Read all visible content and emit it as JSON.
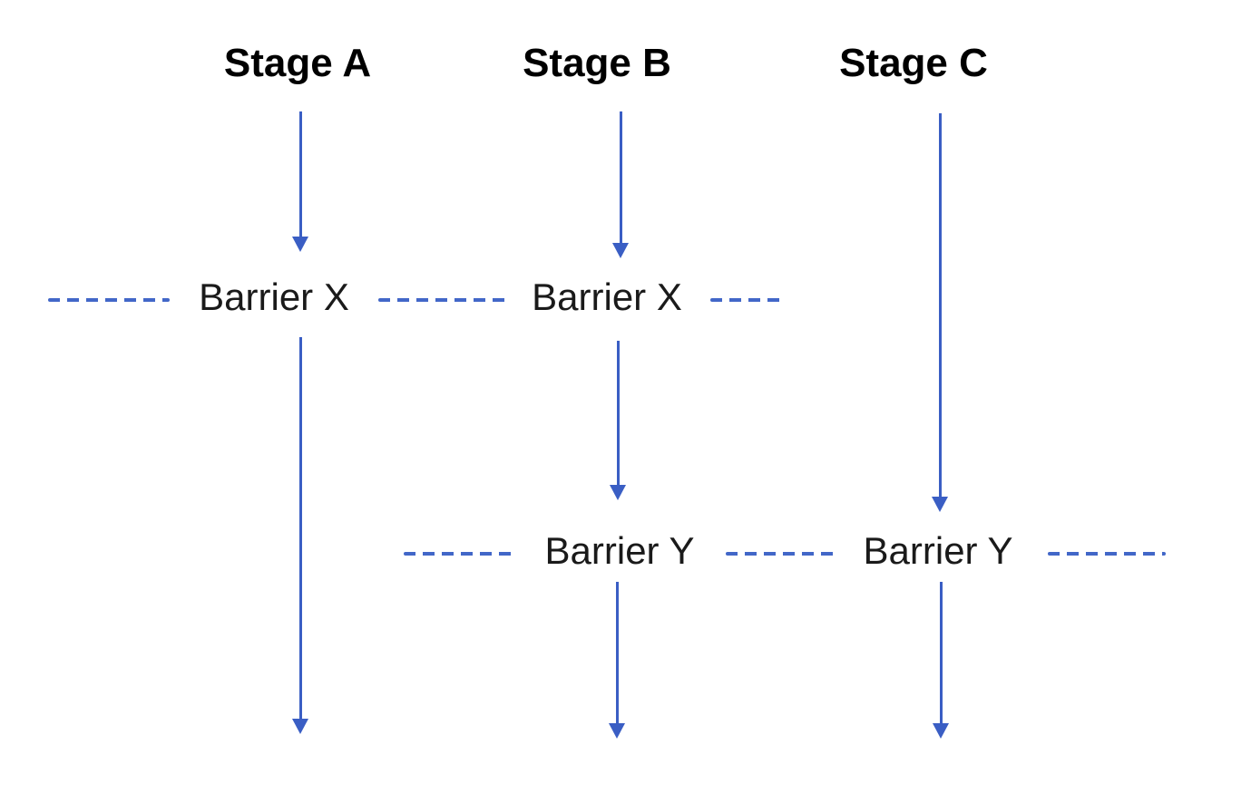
{
  "diagram": {
    "type": "parallel-pipeline-with-synchronization-barriers",
    "colors": {
      "arrow_blue": "#3a5ec4",
      "dash_blue": "#4267c8",
      "stage_title_color": "#000000",
      "barrier_label_color": "#1a1a1a"
    },
    "lanes": [
      {
        "id": "A",
        "title": "Stage A",
        "crosses_barriers": [
          "Barrier X"
        ]
      },
      {
        "id": "B",
        "title": "Stage B",
        "crosses_barriers": [
          "Barrier X",
          "Barrier Y"
        ]
      },
      {
        "id": "C",
        "title": "Stage C",
        "crosses_barriers": [
          "Barrier Y"
        ]
      }
    ],
    "barrier_labels": [
      {
        "text": "Barrier X",
        "row": "barrier-x",
        "lane": "A"
      },
      {
        "text": "Barrier X",
        "row": "barrier-x",
        "lane": "B"
      },
      {
        "text": "Barrier Y",
        "row": "barrier-y",
        "lane": "B"
      },
      {
        "text": "Barrier Y",
        "row": "barrier-y",
        "lane": "C"
      }
    ]
  }
}
